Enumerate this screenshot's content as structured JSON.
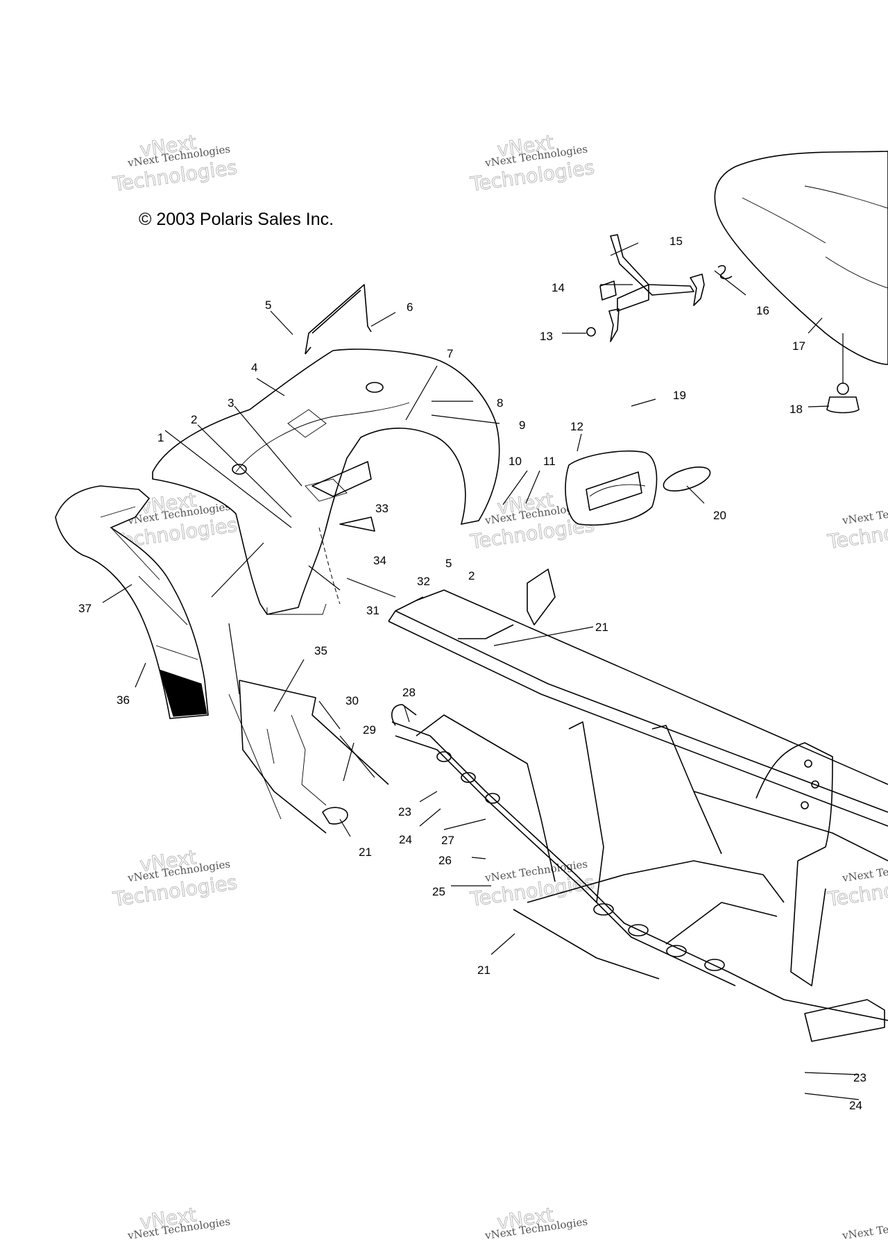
{
  "copyright": "© 2003 Polaris Sales Inc.",
  "watermark": {
    "line1": "vNext Technologies",
    "line2": "Technologies",
    "line3": "vNext"
  },
  "callouts": {
    "c1": "1",
    "c2a": "2",
    "c2b": "2",
    "c3": "3",
    "c4": "4",
    "c5a": "5",
    "c5b": "5",
    "c6": "6",
    "c7": "7",
    "c8": "8",
    "c9": "9",
    "c10": "10",
    "c11": "11",
    "c12": "12",
    "c13": "13",
    "c14": "14",
    "c15": "15",
    "c16": "16",
    "c17": "17",
    "c18": "18",
    "c19": "19",
    "c20": "20",
    "c21a": "21",
    "c21b": "21",
    "c21c": "21",
    "c23a": "23",
    "c23b": "23",
    "c24a": "24",
    "c24b": "24",
    "c25": "25",
    "c26": "26",
    "c27": "27",
    "c28": "28",
    "c29": "29",
    "c30": "30",
    "c31": "31",
    "c32": "32",
    "c33": "33",
    "c34": "34",
    "c35": "35",
    "c36": "36",
    "c37": "37"
  }
}
